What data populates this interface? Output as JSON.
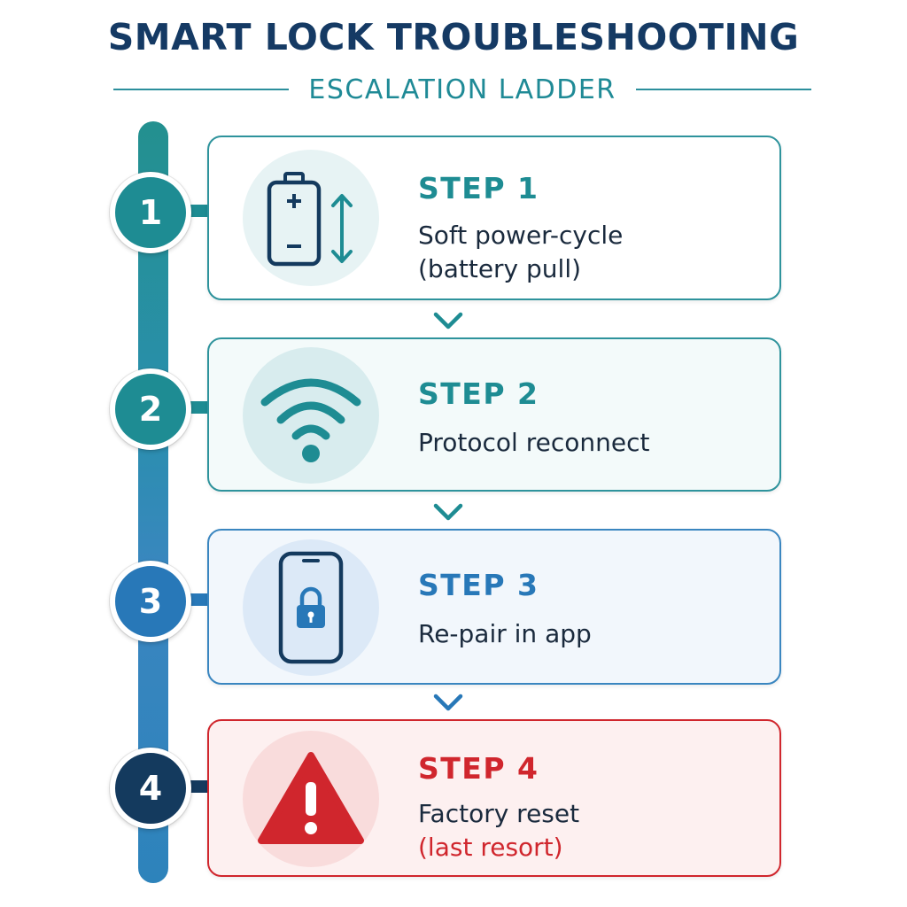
{
  "title": "SMART LOCK TROUBLESHOOTING",
  "subtitle": "ESCALATION LADDER",
  "steps": [
    {
      "number": "1",
      "label": "STEP 1",
      "desc_line1": "Soft power-cycle",
      "desc_line2": "(battery pull)",
      "icon": "battery-icon",
      "color": "#1e8c93"
    },
    {
      "number": "2",
      "label": "STEP 2",
      "desc_line1": "Protocol reconnect",
      "icon": "wifi-icon",
      "color": "#1e8c93"
    },
    {
      "number": "3",
      "label": "STEP 3",
      "desc_line1": "Re-pair in app",
      "icon": "phone-lock-icon",
      "color": "#2878b8"
    },
    {
      "number": "4",
      "label": "STEP 4",
      "desc_line1": "Factory reset",
      "desc_line2": "(last resort)",
      "icon": "warning-icon",
      "color": "#d0262d"
    }
  ],
  "colors": {
    "title": "#153a64",
    "accent_teal": "#1e8c93",
    "accent_blue": "#2878b8",
    "navy": "#143a5e",
    "danger": "#d0262d"
  }
}
